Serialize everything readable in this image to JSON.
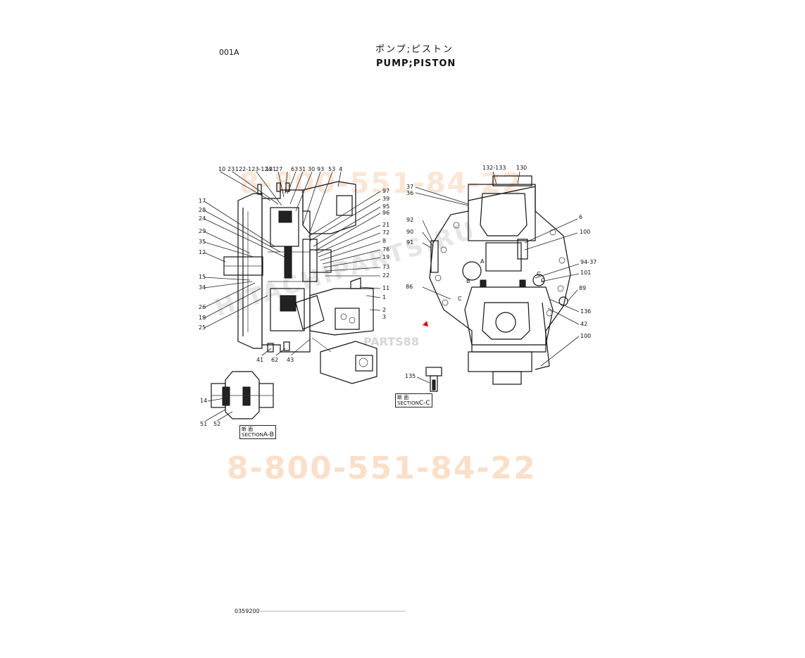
{
  "header": {
    "code": "001A",
    "title_jp": "ポンプ;ピストン",
    "title_en": "PUMP;PISTON"
  },
  "footer": {
    "doc_number": "0359200"
  },
  "watermarks": {
    "phone_bottom": "8-800-551-84-22",
    "phone_top": "8-800-551-84-22",
    "diagonal": "HITACHIPARTS.RU",
    "logo": "PARTS88"
  },
  "sections": {
    "ab": {
      "kanji": "断 面",
      "label": "SECTION",
      "id": "A-B"
    },
    "cc": {
      "kanji": "断 面",
      "label": "SECTION",
      "id": "C-C"
    }
  },
  "labels": {
    "l10": "10",
    "l23": "23",
    "l122": "122-123-124",
    "l131": "131",
    "l27": "27",
    "l63": "63",
    "l31": "31",
    "l30": "30",
    "l93": "93",
    "l53": "53",
    "l4": "4",
    "l17": "17",
    "l28": "28",
    "l24": "24",
    "l29": "29",
    "l35": "35",
    "l12": "12",
    "l15": "15",
    "l34": "34",
    "l26": "26",
    "l18": "18",
    "l25": "25",
    "l97": "97",
    "l39": "39",
    "l95": "95",
    "l96": "96",
    "l21": "21",
    "l72": "72",
    "l8": "8",
    "l76": "76",
    "l19": "19",
    "l73": "73",
    "l22": "22",
    "l11": "11",
    "l1": "1",
    "l2": "2",
    "l3": "3",
    "l41": "41",
    "l62": "62",
    "l43": "43",
    "l14": "14",
    "l51": "51",
    "l52": "52",
    "l132": "132-133",
    "l130": "130",
    "l37": "37",
    "l36": "36",
    "l92": "92",
    "l90": "90",
    "l91": "91",
    "l6": "6",
    "l100a": "100",
    "l9437": "94-37",
    "l101": "101",
    "l89": "89",
    "l86": "86",
    "l136": "136",
    "l42": "42",
    "l100b": "100",
    "l135": "135",
    "mA": "A",
    "mB": "B",
    "mC1": "C",
    "mC2": "C",
    "mC3": "C"
  }
}
